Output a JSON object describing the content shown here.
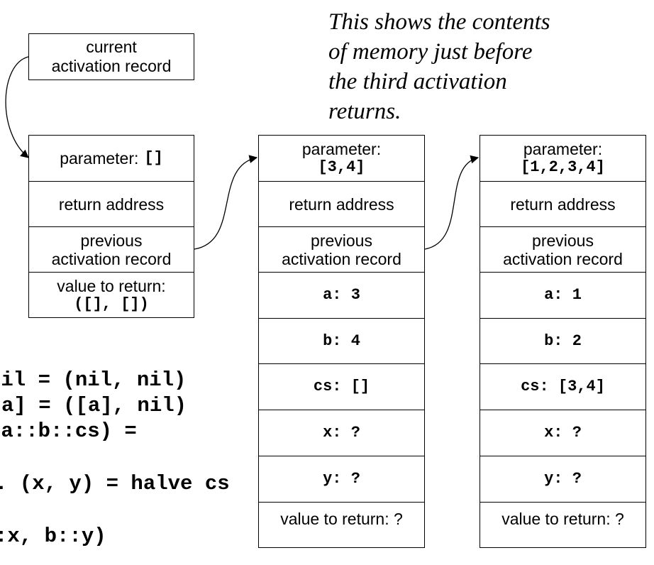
{
  "current_box": {
    "line1": "current",
    "line2": "activation record"
  },
  "note": {
    "lines": [
      "This shows the contents",
      "of memory just before",
      "the third activation",
      "returns."
    ]
  },
  "records": [
    {
      "param_label": "parameter:",
      "param_value": "[]",
      "return_address": "return address",
      "previous": {
        "line1": "previous",
        "line2": "activation record"
      },
      "value_label": "value to return:",
      "value_value": "([], [])"
    },
    {
      "param_label": "parameter:",
      "param_value": "[3,4]",
      "return_address": "return address",
      "previous": {
        "line1": "previous",
        "line2": "activation record"
      },
      "a": "a: 3",
      "b": "b: 4",
      "cs": "cs: []",
      "x": "x: ?",
      "y": "y: ?",
      "value_to_return": "value to return: ?"
    },
    {
      "param_label": "parameter:",
      "param_value": "[1,2,3,4]",
      "return_address": "return address",
      "previous": {
        "line1": "previous",
        "line2": "activation record"
      },
      "a": "a: 1",
      "b": "b: 2",
      "cs": "cs: [3,4]",
      "x": "x: ?",
      "y": "y: ?",
      "value_to_return": "value to return: ?"
    }
  ],
  "code_lines": [
    "nil = (nil, nil)",
    "a] = ([a], nil)",
    "(a::b::cs) =",
    ". (x, y) = halve cs",
    ":x, b::y)"
  ]
}
